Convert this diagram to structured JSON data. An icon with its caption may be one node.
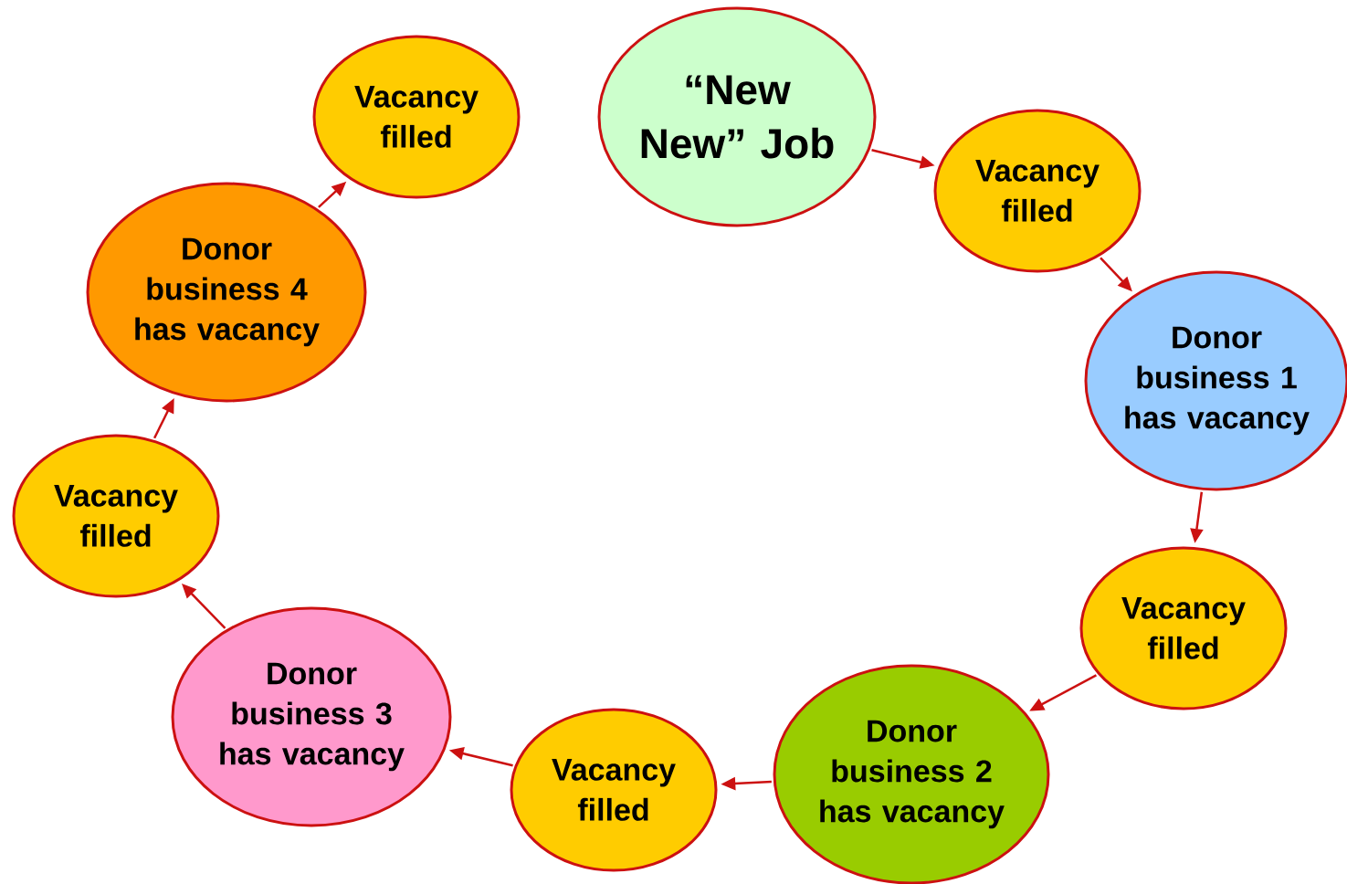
{
  "diagram": {
    "nodes": [
      {
        "text": [
          "“New New” Job"
        ]
      },
      {
        "text": [
          "Vacancy filled"
        ]
      },
      {
        "text": [
          "Donor business 1 has vacancy"
        ]
      },
      {
        "text": [
          "Vacancy filled"
        ]
      },
      {
        "text": [
          "Donor business 2 has vacancy"
        ]
      },
      {
        "text": [
          "Vacancy filled"
        ]
      },
      {
        "text": [
          "Donor business 3 has vacancy"
        ]
      },
      {
        "text": [
          "Vacancy filled"
        ]
      },
      {
        "text": [
          "Donor business 4 has vacancy"
        ]
      },
      {
        "text": [
          "Vacancy filled"
        ]
      }
    ],
    "edges": [
      {
        "from": 0,
        "to": 1,
        "arrow": "to"
      },
      {
        "from": 1,
        "to": 2,
        "arrow": "to"
      },
      {
        "from": 2,
        "to": 3,
        "arrow": "to"
      },
      {
        "from": 3,
        "to": 4,
        "arrow": "to"
      },
      {
        "from": 4,
        "to": 5,
        "arrow": "to"
      },
      {
        "from": 5,
        "to": 6,
        "arrow": "to"
      },
      {
        "from": 6,
        "to": 7,
        "arrow": "to"
      },
      {
        "from": 7,
        "to": 8,
        "arrow": "to"
      },
      {
        "from": 8,
        "to": 9,
        "arrow": "to"
      }
    ]
  }
}
